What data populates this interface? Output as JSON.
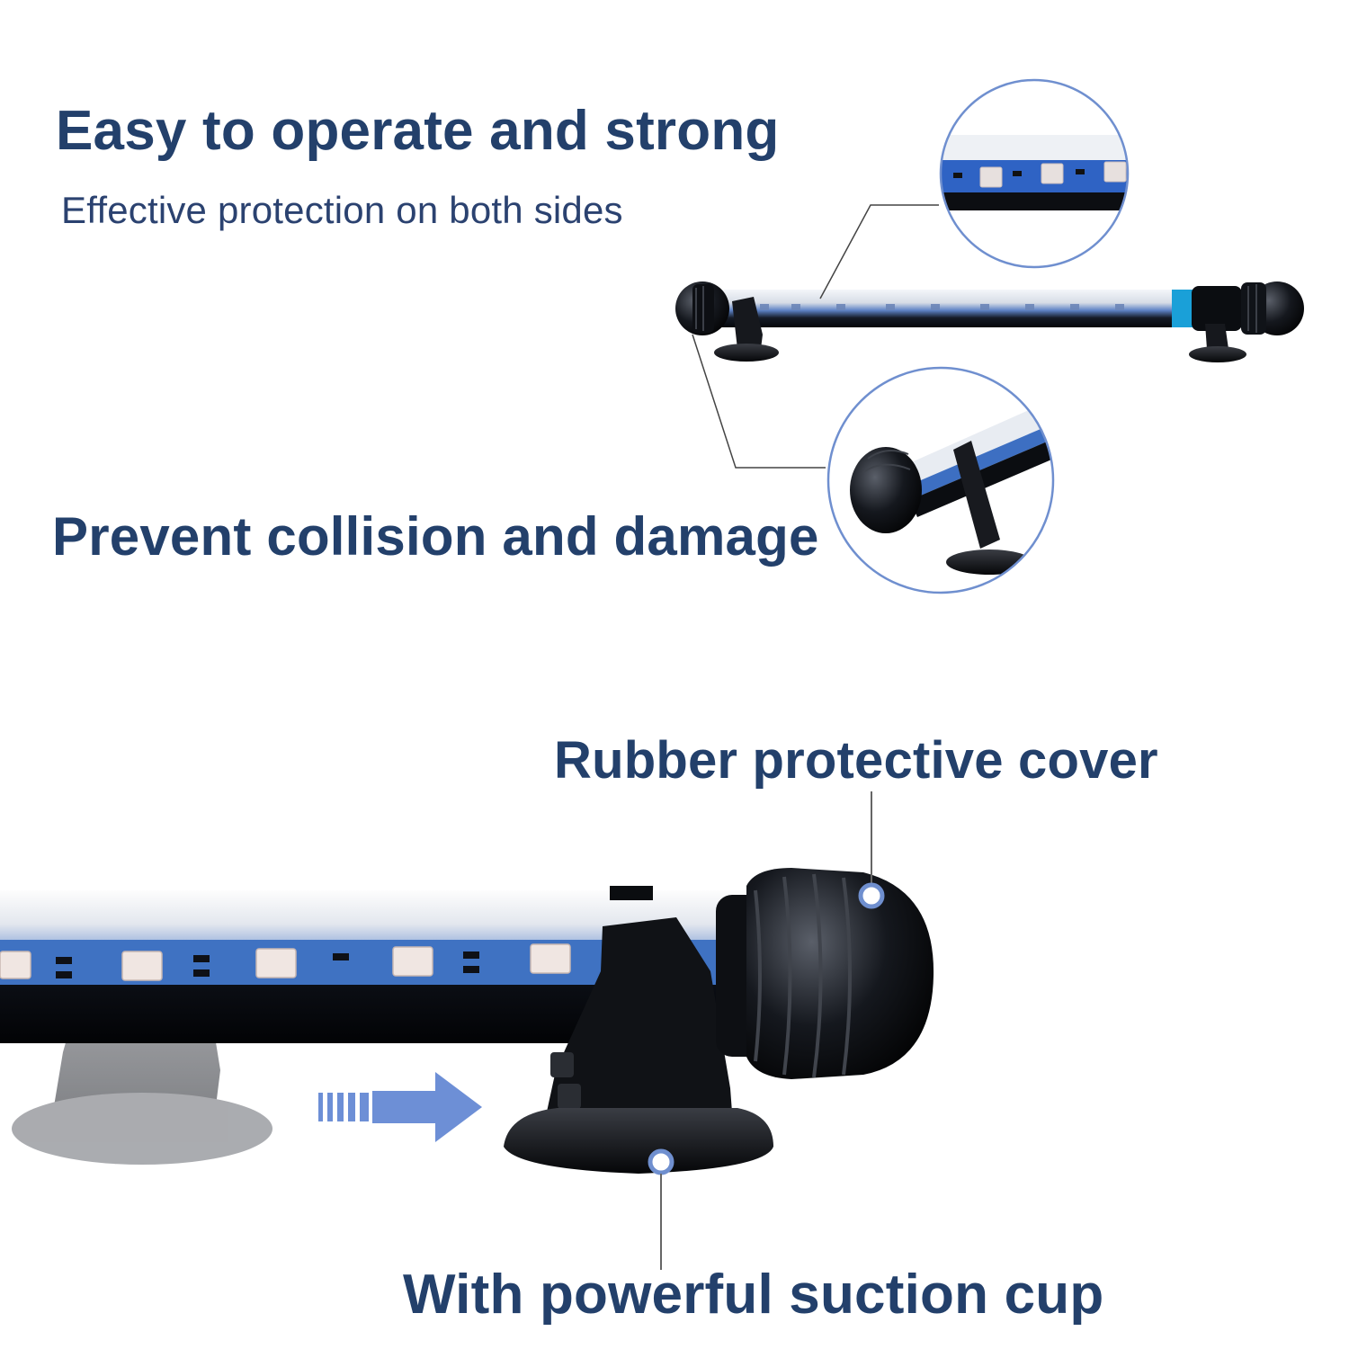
{
  "texts": {
    "title": "Easy to operate and strong",
    "subtitle": "Effective protection on both sides",
    "prevent": "Prevent collision and damage",
    "rubber": "Rubber protective cover",
    "suction": "With powerful suction cup"
  },
  "colors": {
    "headline": "#23406b",
    "callout_ring": "#6f8fcf",
    "arrow": "#6d8fd6",
    "led_strip": "#3f72c2"
  },
  "icons": {
    "product": "aquarium-led-tube-light",
    "arrow": "right-arrow-icon",
    "callout": "callout-dot-icon"
  }
}
